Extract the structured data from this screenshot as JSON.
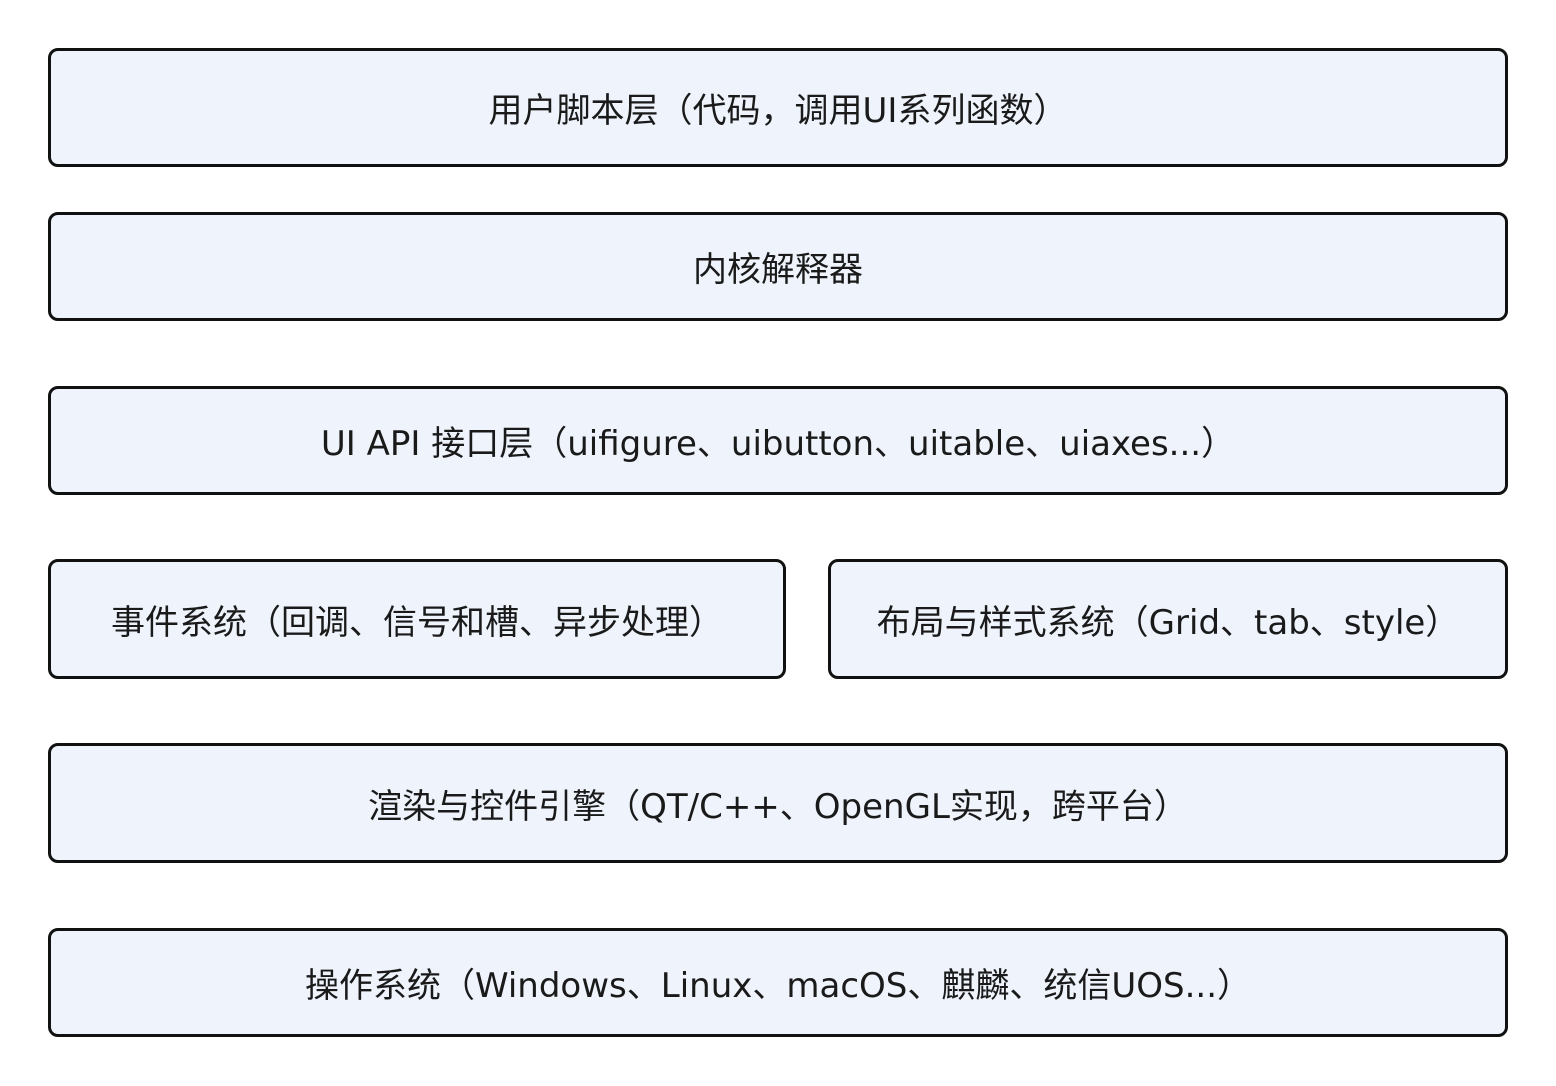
{
  "layers": {
    "user_script": "用户脚本层（代码，调用UI系列函数）",
    "kernel": "内核解释器",
    "ui_api": "UI API 接口层（uifigure、uibutton、uitable、uiaxes...）",
    "event_system": "事件系统（回调、信号和槽、异步处理）",
    "layout_style": "布局与样式系统（Grid、tab、style）",
    "render_engine": "渲染与控件引擎（QT/C++、OpenGL实现，跨平台）",
    "os": "操作系统（Windows、Linux、macOS、麒麟、统信UOS...）"
  },
  "colors": {
    "box_fill": "#eef3fc",
    "box_border": "#111111",
    "text": "#1a1a1a"
  }
}
